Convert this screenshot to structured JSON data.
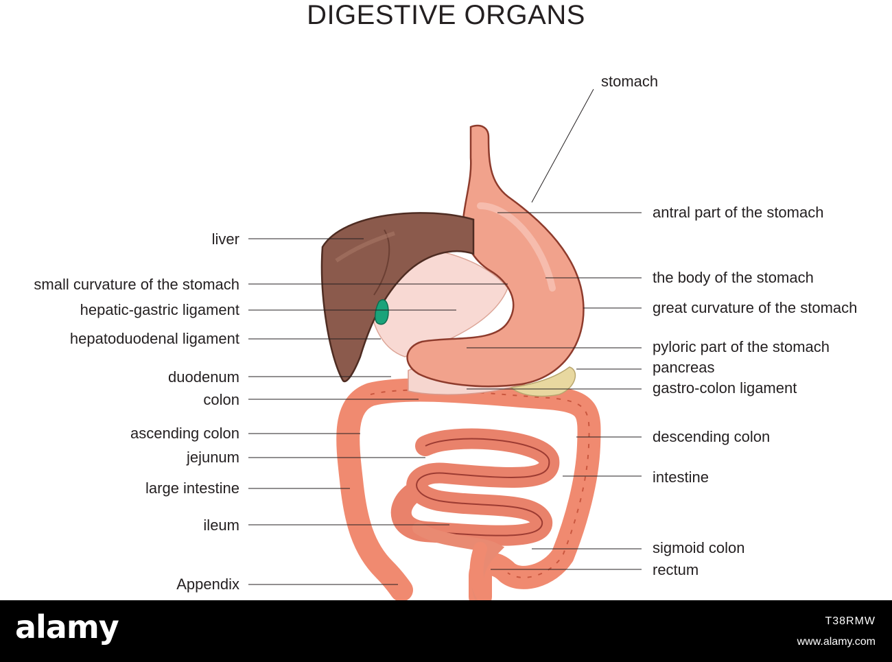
{
  "title": "DIGESTIVE ORGANS",
  "labels_left": [
    "liver",
    "small curvature of the stomach",
    "hepatic-gastric ligament",
    "hepatoduodenal ligament",
    "duodenum",
    "colon",
    "ascending colon",
    "jejunum",
    "large intestine",
    "ileum",
    "Appendix"
  ],
  "labels_right": [
    "stomach",
    "antral part of the stomach",
    "the body of the stomach",
    "great curvature of the stomach",
    "pyloric part of the stomach",
    "pancreas",
    "gastro-colon ligament",
    "descending colon",
    "intestine",
    "sigmoid colon",
    "rectum"
  ],
  "footer": {
    "brand": "alamy",
    "image_id": "T38RMW",
    "site": "www.alamy.com"
  },
  "colors": {
    "liver": "#8b5a4c",
    "stomach": "#f0a08a",
    "intestine": "#f08a70",
    "gallbladder": "#1aa37a",
    "pancreas": "#e8d8a0",
    "leader_line": "#231f20"
  }
}
